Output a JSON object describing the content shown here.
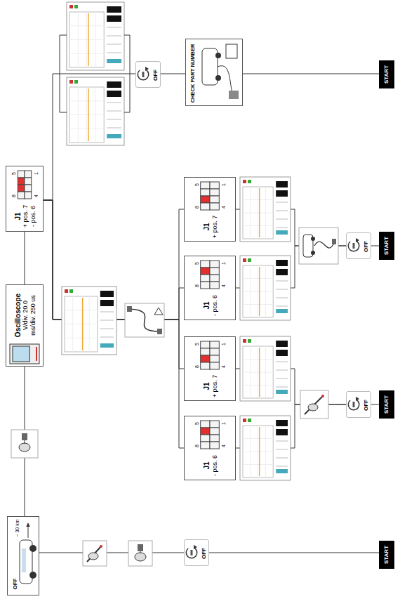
{
  "diagram": {
    "nodes": [
      {
        "text": [
          "OFF"
        ]
      },
      {
        "text": [
          "OFF"
        ]
      },
      {
        "text": [
          "START"
        ]
      },
      {
        "text": [
          "Oscilloscope",
          "V/div. 20.0",
          "ms/div. 250 us"
        ]
      },
      {
        "text": [
          "J1",
          "+ pos. 7",
          "- pos. 6"
        ]
      },
      {
        "text": [
          "OFF"
        ]
      },
      {
        "text": [
          "CHECK PART NUMBER"
        ]
      },
      {
        "text": [
          "START"
        ]
      },
      {
        "text": [
          "J1",
          "- pos. 6"
        ]
      },
      {
        "text": [
          "J1",
          "+ pos. 7"
        ]
      },
      {
        "text": [
          "J1",
          "- pos. 6"
        ]
      },
      {
        "text": [
          "J1",
          "+ pos. 7"
        ]
      },
      {
        "text": [
          "OFF"
        ]
      },
      {
        "text": [
          "START"
        ]
      },
      {
        "text": [
          "OFF"
        ]
      },
      {
        "text": [
          "START"
        ]
      }
    ],
    "edges": [
      {
        "from": 0,
        "to": 1,
        "arrow": "none"
      },
      {
        "from": 1,
        "to": 2,
        "arrow": "none"
      },
      {
        "from": 0,
        "to": 3,
        "arrow": "none"
      },
      {
        "from": 3,
        "to": 4,
        "arrow": "none"
      },
      {
        "from": 4,
        "to": 5,
        "arrow": "none"
      },
      {
        "from": 5,
        "to": 6,
        "arrow": "none"
      },
      {
        "from": 6,
        "to": 7,
        "arrow": "none"
      },
      {
        "from": 4,
        "to": 11,
        "arrow": "none"
      },
      {
        "from": 4,
        "to": 10,
        "arrow": "none"
      },
      {
        "from": 4,
        "to": 9,
        "arrow": "none"
      },
      {
        "from": 4,
        "to": 8,
        "arrow": "none"
      },
      {
        "from": 11,
        "to": 14,
        "arrow": "none"
      },
      {
        "from": 10,
        "to": 14,
        "arrow": "none"
      },
      {
        "from": 14,
        "to": 15,
        "arrow": "none"
      },
      {
        "from": 9,
        "to": 12,
        "arrow": "none"
      },
      {
        "from": 8,
        "to": 12,
        "arrow": "none"
      },
      {
        "from": 12,
        "to": 13,
        "arrow": "none"
      }
    ],
    "labels": [
      "~ 30 km",
      "8",
      "5",
      "4",
      "1",
      "8",
      "5",
      "4",
      "1",
      "8",
      "5",
      "4",
      "1",
      "8",
      "5",
      "4",
      "1",
      "8",
      "5",
      "4",
      "1"
    ]
  }
}
